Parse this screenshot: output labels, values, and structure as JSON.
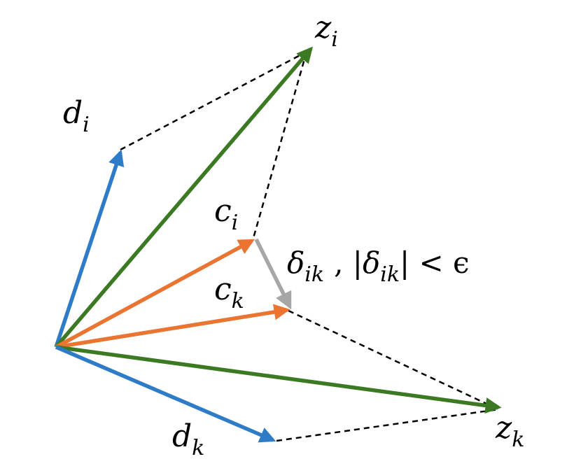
{
  "colors": {
    "d_vectors": "#2E7CC8",
    "z_vectors": "#3B7A22",
    "c_vectors": "#EA7432",
    "delta_vector": "#A6A6A6",
    "dashed_lines": "#000000"
  },
  "labels": {
    "z_i": {
      "main": "z",
      "sub": "i"
    },
    "d_i": {
      "main": "d",
      "sub": "i"
    },
    "c_i": {
      "main": "c",
      "sub": "i"
    },
    "c_k": {
      "main": "c",
      "sub": "k"
    },
    "d_k": {
      "main": "d",
      "sub": "k"
    },
    "z_k": {
      "main": "z",
      "sub": "k"
    },
    "delta": {
      "symbol": "δ",
      "sub": "ik",
      "separator": ", |",
      "symbol2": "δ",
      "sub2": "ik",
      "relation": "| < ϵ"
    }
  }
}
